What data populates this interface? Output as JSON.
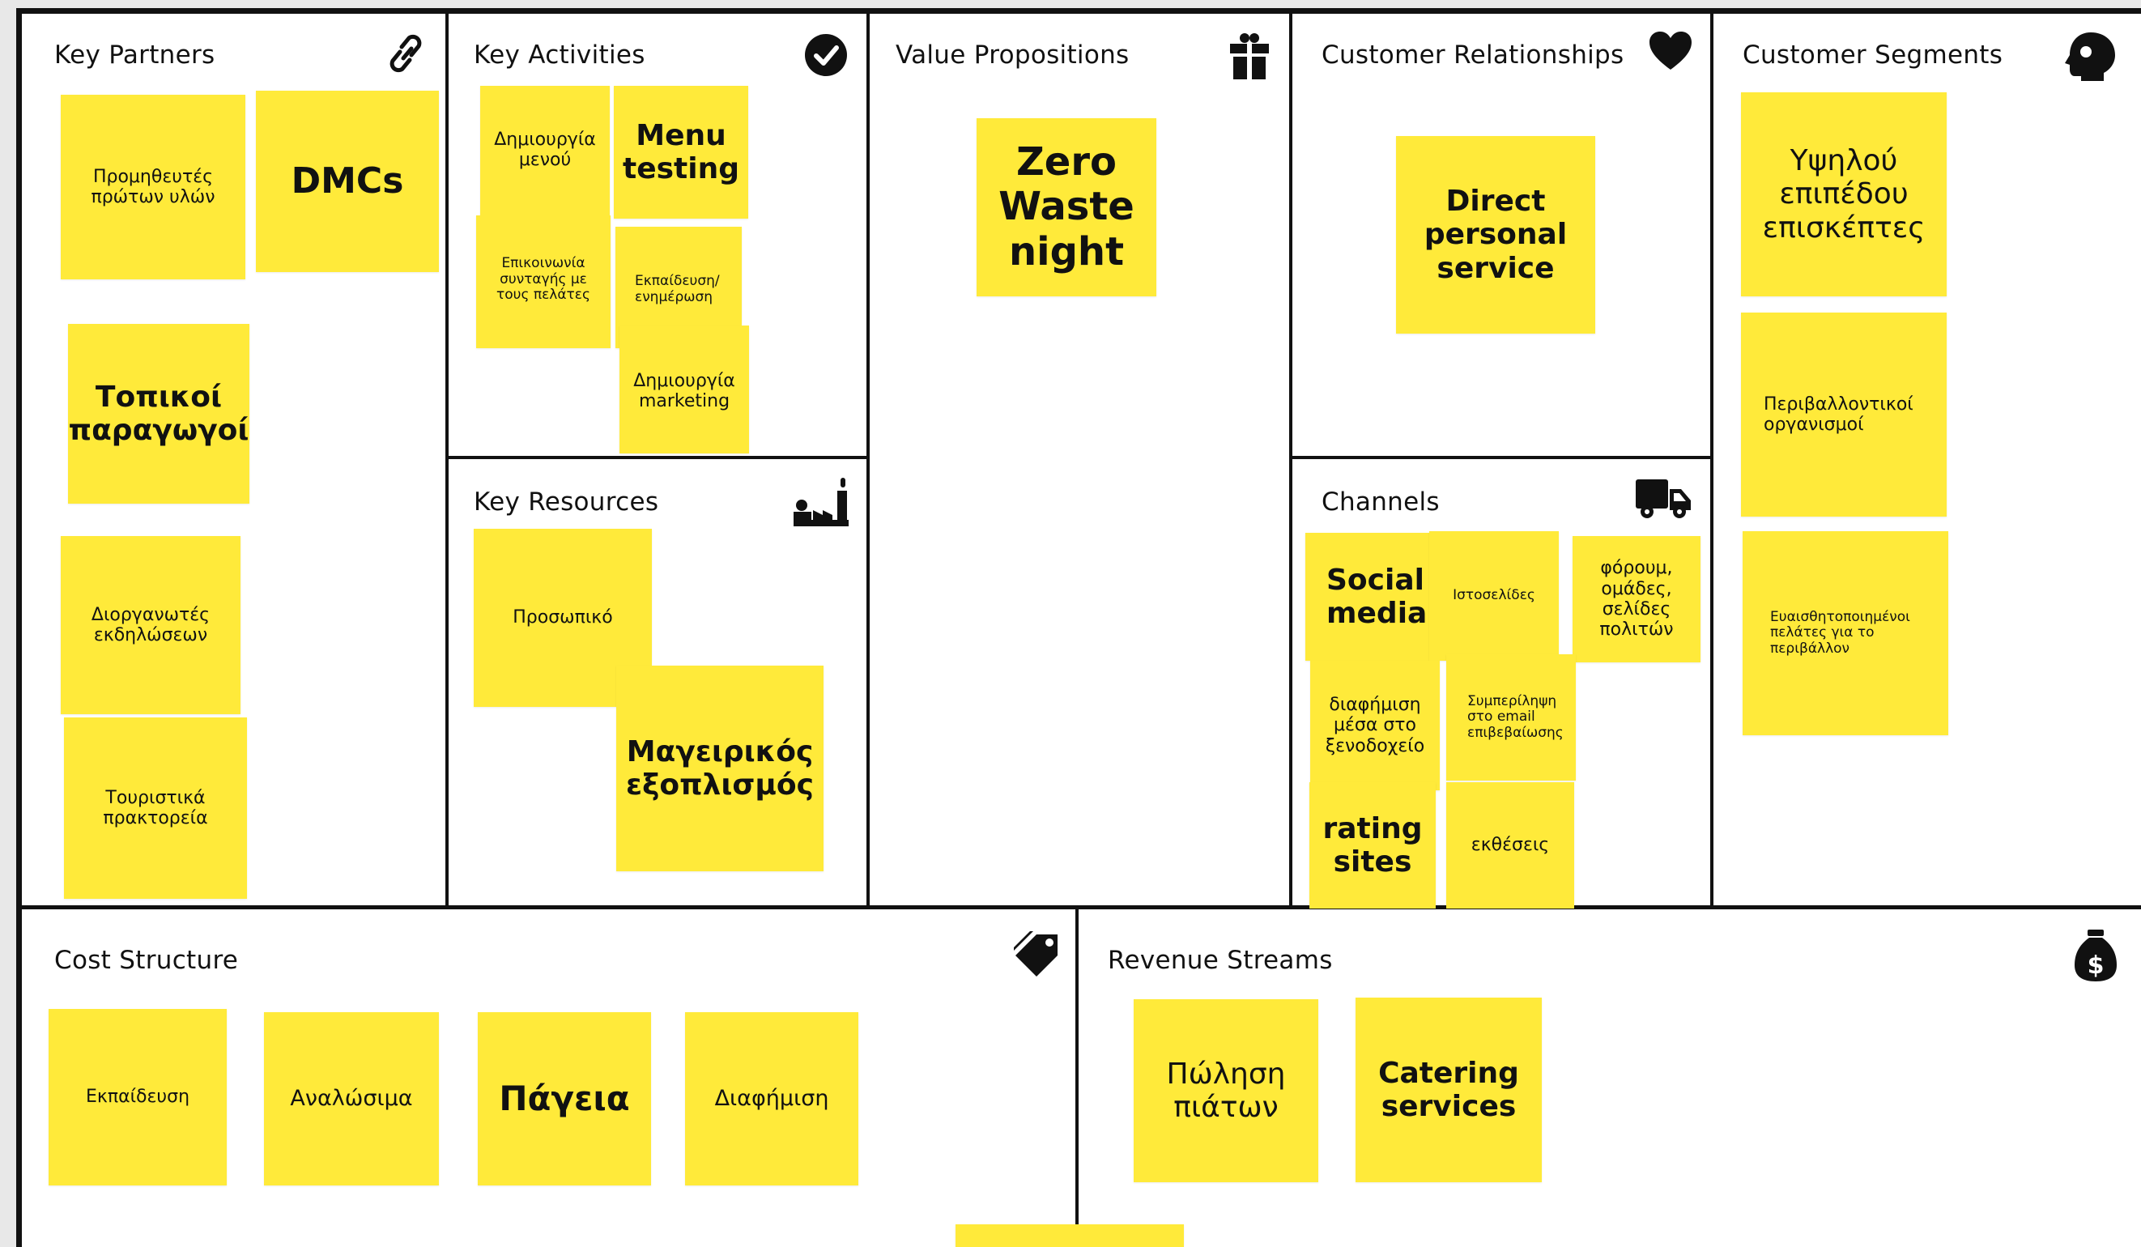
{
  "colors": {
    "sticky_note": "#ffea3a",
    "border": "#111111",
    "background": "#ffffff"
  },
  "sections": {
    "key_partners": {
      "title": "Key Partners",
      "icon": "link-icon"
    },
    "key_activities": {
      "title": "Key Activities",
      "icon": "check-circle-icon"
    },
    "key_resources": {
      "title": "Key Resources",
      "icon": "factory-icon"
    },
    "value_propositions": {
      "title": "Value Propositions",
      "icon": "gift-icon"
    },
    "customer_relationships": {
      "title": "Customer Relationships",
      "icon": "heart-icon"
    },
    "channels": {
      "title": "Channels",
      "icon": "truck-icon"
    },
    "customer_segments": {
      "title": "Customer Segments",
      "icon": "user-head-icon"
    },
    "cost_structure": {
      "title": "Cost Structure",
      "icon": "price-tag-icon"
    },
    "revenue_streams": {
      "title": "Revenue Streams",
      "icon": "money-bag-icon"
    }
  },
  "notes": {
    "kp_suppliers": "Προμηθευτές\nπρώτων υλών",
    "kp_dmcs": "DMCs",
    "kp_local_producers": "Τοπικοί\nπαραγωγοί",
    "kp_event_organizers": "Διοργανωτές\nεκδηλώσεων",
    "kp_travel_agencies": "Τουριστικά\nπρακτορεία",
    "ka_menu_creation": "Δημιουργία\nμενού",
    "ka_menu_testing": "Menu\ntesting",
    "ka_recipe_communication": "Επικοινωνία\nσυνταγής με\nτους πελάτες",
    "ka_training": "Εκπαίδευση/\nενημέρωση",
    "ka_marketing": "Δημιουργία\nmarketing",
    "kr_staff": "Προσωπικό",
    "kr_equipment": "Μαγειρικός\nεξοπλισμός",
    "vp_zero_waste": "Zero\nWaste\nnight",
    "cr_direct_service": "Direct\npersonal\nservice",
    "ch_social_media": "Social\nmedia",
    "ch_websites": "Ιστοσελίδες",
    "ch_forums": "φόρουμ,\nομάδες,\nσελίδες\nπολιτών",
    "ch_hotel_ads": "διαφήμιση\nμέσα στο\nξενοδοχείο",
    "ch_email": "Συμπερίληψη\nστο email\nεπιβεβαίωσης",
    "ch_rating_sites": "rating\nsites",
    "ch_exhibitions": "εκθέσεις",
    "cs_high_level": "Υψηλού\nεπιπέδου\nεπισκέπτες",
    "cs_env_orgs": "Περιβαλλοντικοί\nοργανισμοί",
    "cs_env_aware": "Ευαισθητοποιημένοι\nπελάτες για το\nπεριβάλλον",
    "cost_training": "Εκπαίδευση",
    "cost_consumables": "Αναλώσιμα",
    "cost_fixed": "Πάγεια",
    "cost_advertising": "Διαφήμιση",
    "rev_dish_sales": "Πώληση\nπιάτων",
    "rev_catering": "Catering\nservices",
    "cut_off_note": ""
  }
}
